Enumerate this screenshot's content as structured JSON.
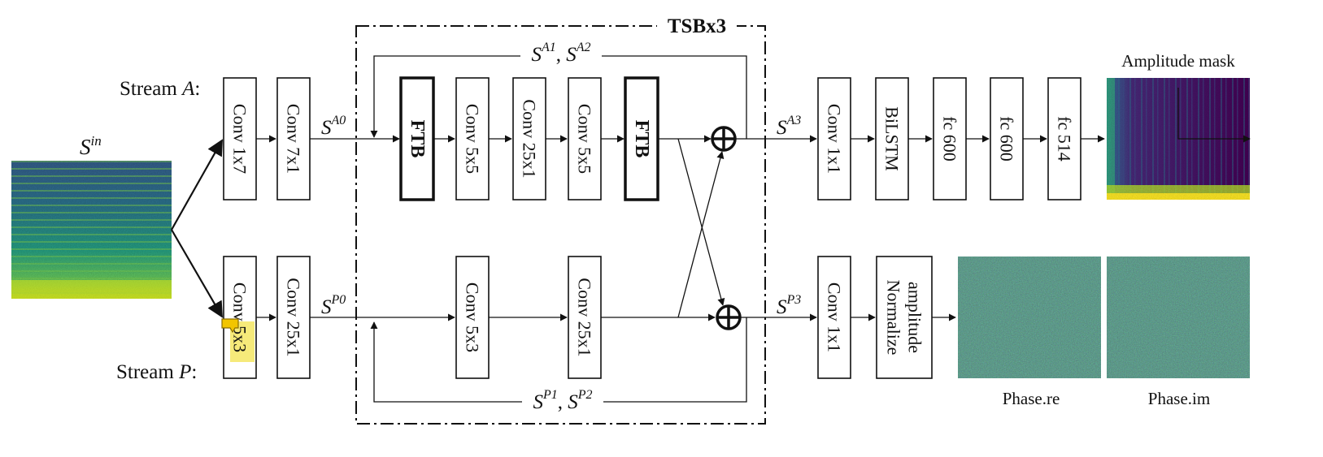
{
  "diagram": {
    "tsb_title": "TSBx3",
    "stream_a": {
      "label": "Stream",
      "var": "A",
      "colon": ":"
    },
    "stream_p": {
      "label": "Stream",
      "var": "P",
      "colon": ":"
    },
    "input": {
      "base": "S",
      "sup": "in"
    },
    "signals": {
      "a0": {
        "base": "S",
        "sup": "A0"
      },
      "p0": {
        "base": "S",
        "sup": "P0"
      },
      "a3": {
        "base": "S",
        "sup": "A3"
      },
      "p3": {
        "base": "S",
        "sup": "P3"
      },
      "a12": {
        "base1": "S",
        "sup1": "A1",
        "sep": ", ",
        "base2": "S",
        "sup2": "A2"
      },
      "p12": {
        "base1": "S",
        "sup1": "P1",
        "sep": ", ",
        "base2": "S",
        "sup2": "P2"
      }
    },
    "blocks": {
      "a_conv1": "Conv 1x7",
      "a_conv2": "Conv 7x1",
      "p_conv1": "Conv 5x3",
      "p_conv2": "Conv 25x1",
      "ftb1": "FTB",
      "a_tsb_conv1": "Conv 5x5",
      "a_tsb_conv2": "Conv 25x1",
      "a_tsb_conv3": "Conv 5x5",
      "ftb2": "FTB",
      "p_tsb_conv1": "Conv 5x3",
      "p_tsb_conv2": "Conv 25x1",
      "a_out_conv": "Conv 1x1",
      "bilstm": "BiLSTM",
      "fc1": "fc 600",
      "fc2": "fc 600",
      "fc3": "fc 514",
      "p_out_conv": "Conv 1x1",
      "normalize_1": "Normalize",
      "normalize_2": "amplitude"
    },
    "outputs": {
      "amp_mask": "Amplitude mask",
      "phase_re": "Phase.re",
      "phase_im": "Phase.im"
    },
    "colors": {
      "viridis_dark": "#440154",
      "viridis_mid": "#21918c",
      "viridis_green": "#5ec962",
      "viridis_yellow": "#fde725",
      "highlight": "#f5e663"
    }
  }
}
